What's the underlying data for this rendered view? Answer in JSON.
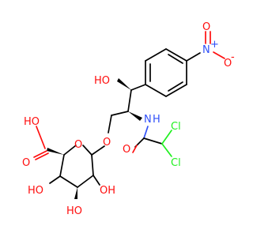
{
  "molecule": {
    "atoms": {
      "nitro_o_minus": "O",
      "nitro_minus_sign": "-",
      "nitro_n": "N",
      "nitro_plus_sign": "+",
      "nitro_o": "O",
      "benzylic_oh": "HO",
      "amide_nh": "N",
      "amide_h": "H",
      "amide_o": "O",
      "cl_top": "Cl",
      "cl_bottom": "Cl",
      "ether_o": "O",
      "ring_o": "O",
      "acid_oh": "HO",
      "acid_o": "O",
      "oh_c3": "HO",
      "oh_c4": "HO",
      "oh_c2": "OH"
    },
    "colors": {
      "oxygen": "#ff0d0d",
      "nitrogen": "#3050f8",
      "chlorine": "#1ff01f",
      "carbon": "#000000"
    }
  }
}
